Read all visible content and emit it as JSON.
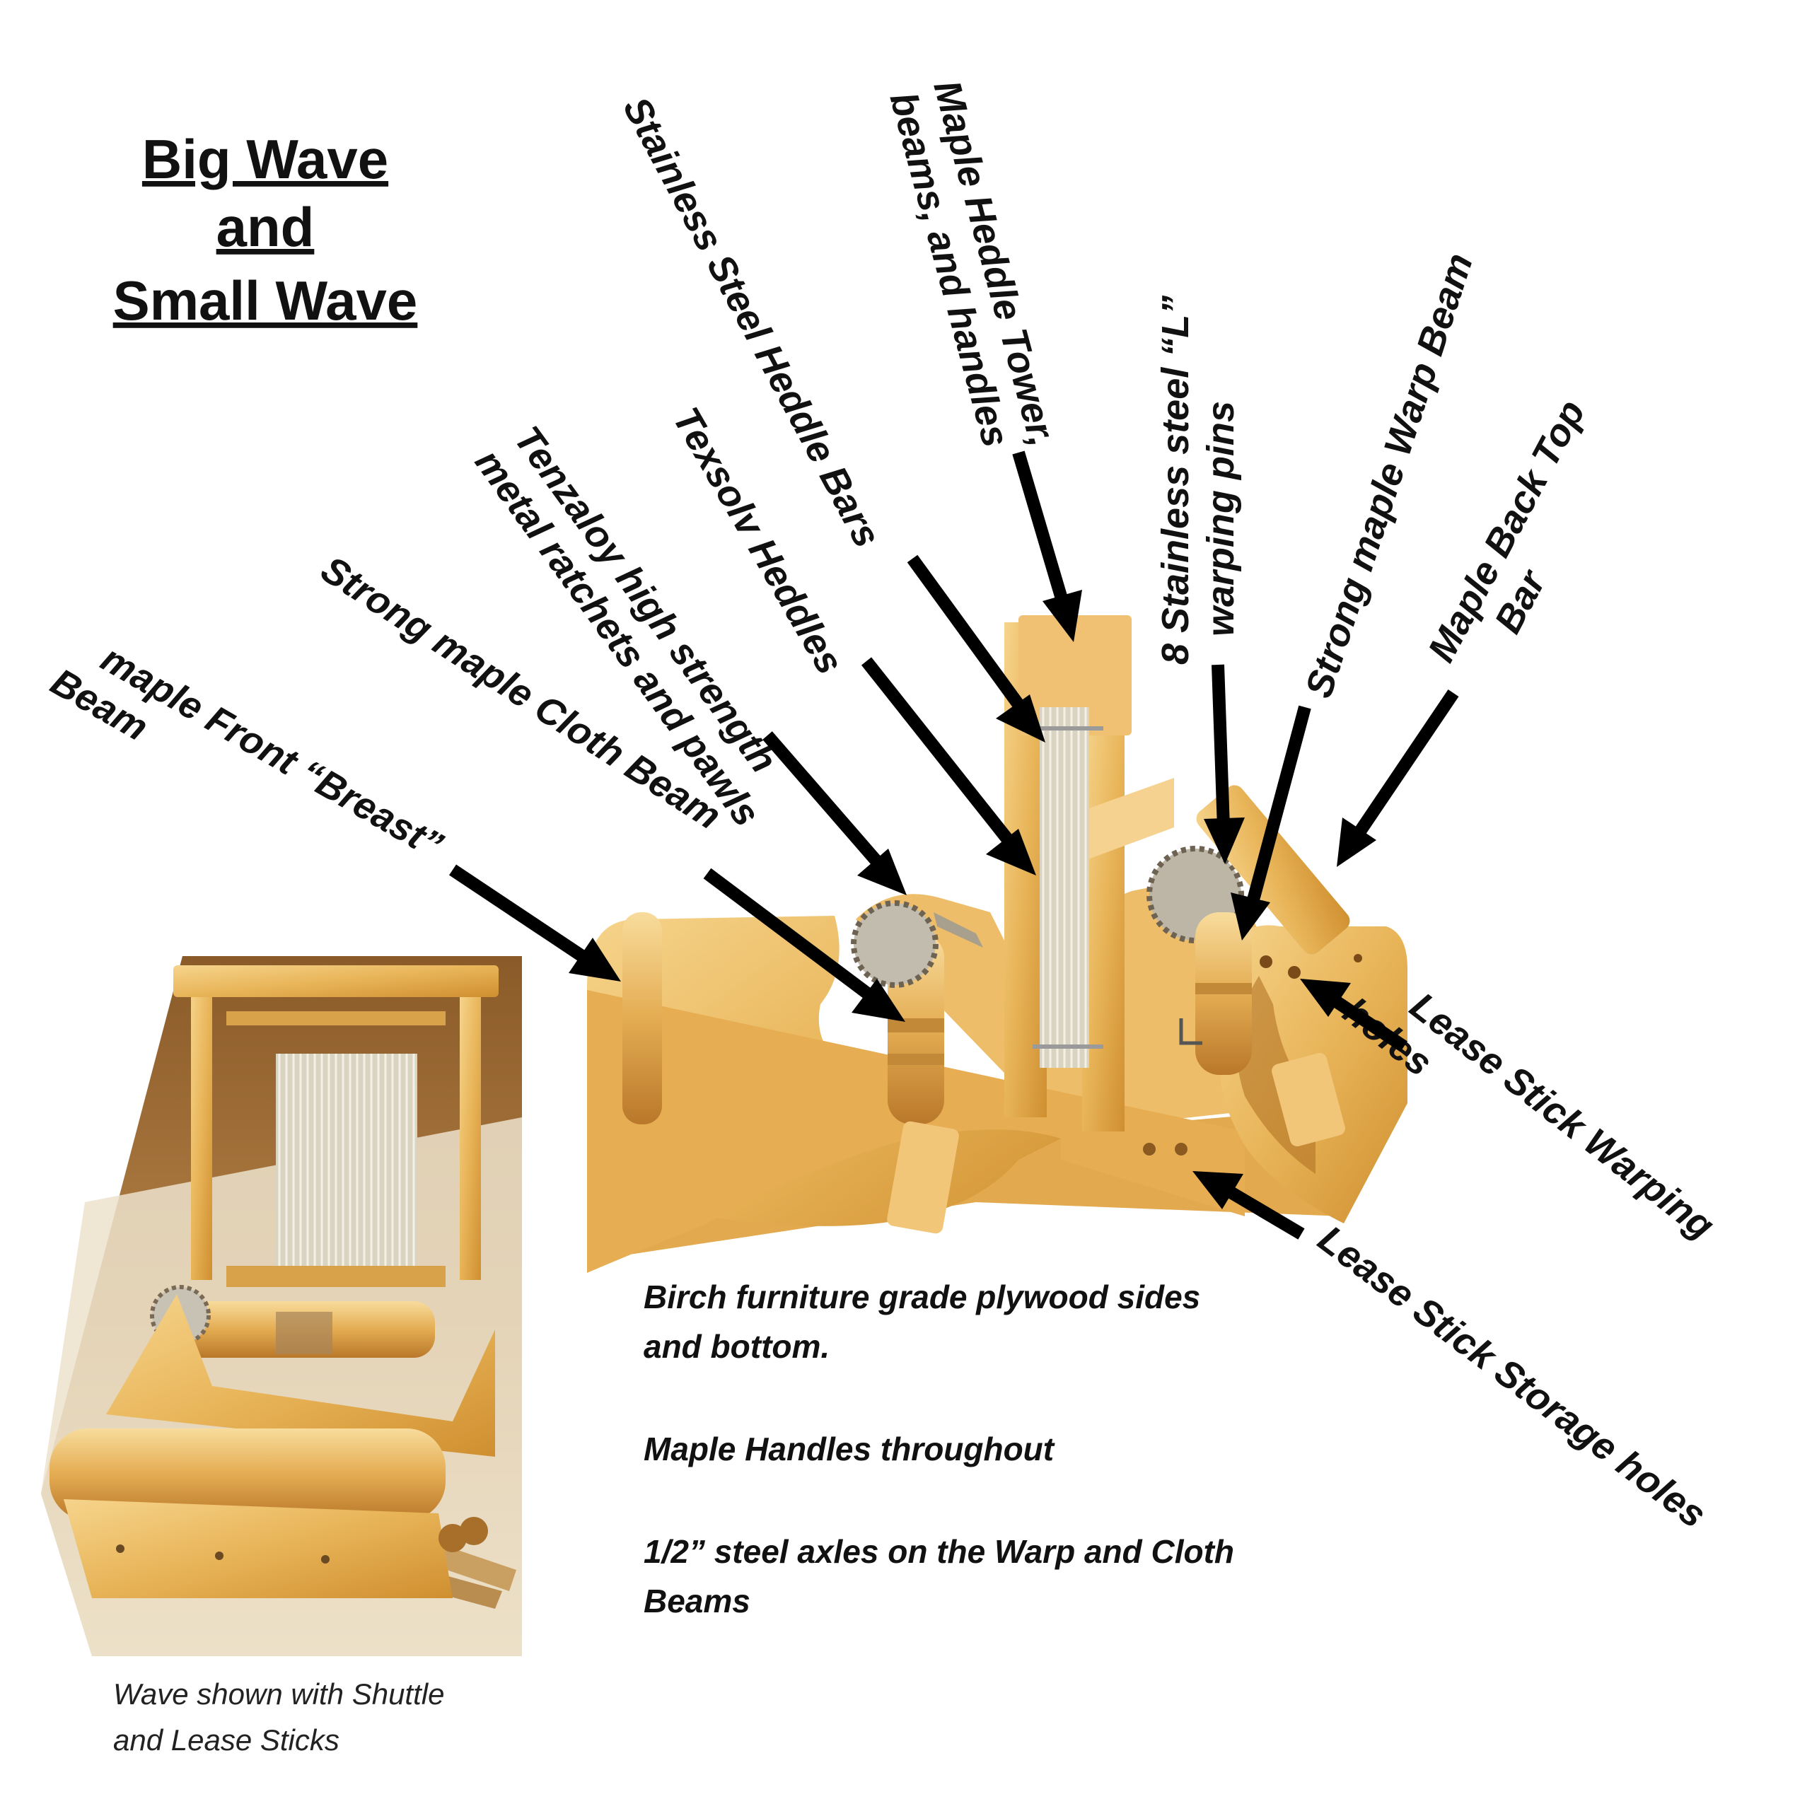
{
  "title": {
    "lines": [
      "Big Wave",
      "and",
      "Small Wave"
    ]
  },
  "callouts": [
    {
      "id": "front-breast-beam",
      "lines": [
        "maple Front “Breast”",
        "Beam"
      ]
    },
    {
      "id": "cloth-beam",
      "lines": [
        "Strong maple Cloth Beam"
      ]
    },
    {
      "id": "ratchets",
      "lines": [
        "Tenzaloy high strength",
        "metal ratchets and pawls"
      ]
    },
    {
      "id": "heddles",
      "lines": [
        "Texsolv Heddles"
      ]
    },
    {
      "id": "heddle-bars",
      "lines": [
        "Stainless Steel Heddle Bars"
      ]
    },
    {
      "id": "heddle-tower",
      "lines": [
        "Maple Heddle Tower,",
        "beams, and handles"
      ]
    },
    {
      "id": "warping-pins",
      "lines": [
        "8 Stainless steel “L”",
        "warping pins"
      ]
    },
    {
      "id": "warp-beam",
      "lines": [
        "Strong maple Warp Beam"
      ]
    },
    {
      "id": "back-top-bar",
      "lines": [
        "Maple Back Top",
        "Bar"
      ]
    },
    {
      "id": "lease-warping-holes",
      "lines": [
        "Lease Stick Warping",
        "holes"
      ]
    },
    {
      "id": "lease-storage-holes",
      "lines": [
        "Lease Stick Storage holes"
      ]
    }
  ],
  "features": [
    [
      "Birch furniture grade plywood sides",
      "and bottom."
    ],
    [
      "Maple Handles throughout"
    ],
    [
      "1/2” steel axles on the Warp and Cloth",
      "Beams"
    ]
  ],
  "caption": {
    "lines": [
      "Wave shown with Shuttle",
      "and Lease Sticks"
    ]
  },
  "colors": {
    "wood": "#e9b65a",
    "wood_dark": "#c98a2c",
    "wood_light": "#f5d48a",
    "ink": "#111111",
    "photo_bg": "#9b6a34"
  }
}
